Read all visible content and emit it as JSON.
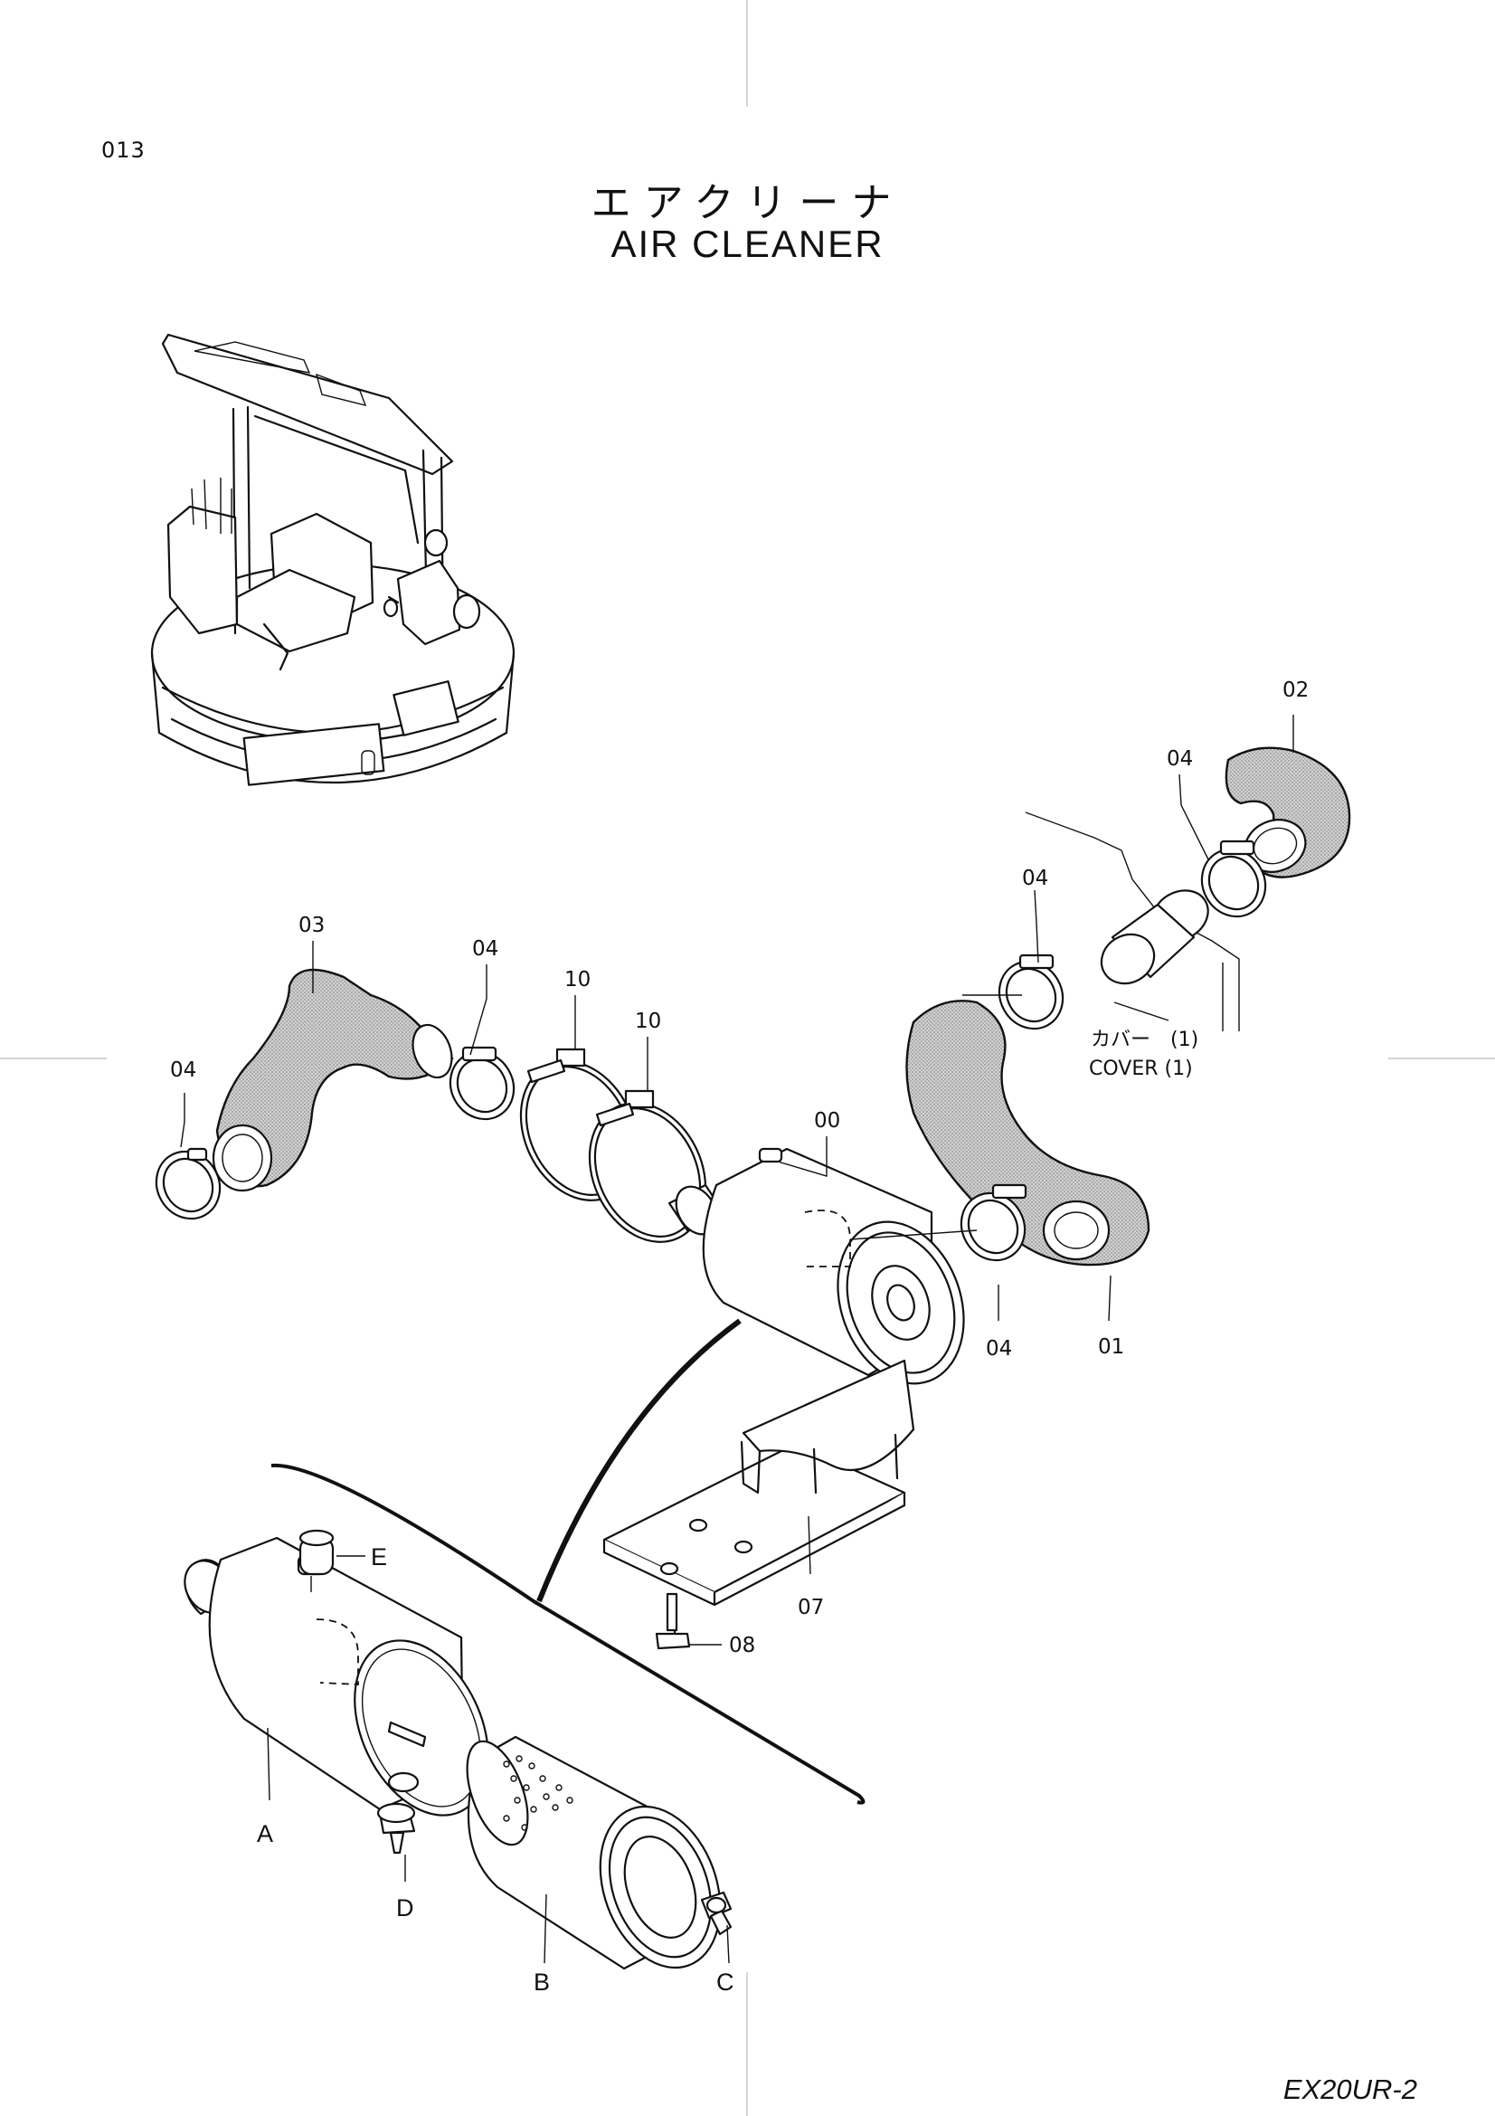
{
  "page": {
    "number": "013",
    "title_jp": "エアクリーナ",
    "title_en": "AIR CLEANER",
    "model": "EX20UR-2"
  },
  "cover_note": {
    "jp": "カバー　(1)",
    "en": "COVER (1)"
  },
  "callouts": {
    "c00": "00",
    "c01": "01",
    "c02": "02",
    "c03": "03",
    "c04a": "04",
    "c04b": "04",
    "c04c": "04",
    "c04d": "04",
    "c04e": "04",
    "c07": "07",
    "c08": "08",
    "c10a": "10",
    "c10b": "10",
    "cA": "A",
    "cB": "B",
    "cC": "C",
    "cD": "D",
    "cE": "E"
  }
}
